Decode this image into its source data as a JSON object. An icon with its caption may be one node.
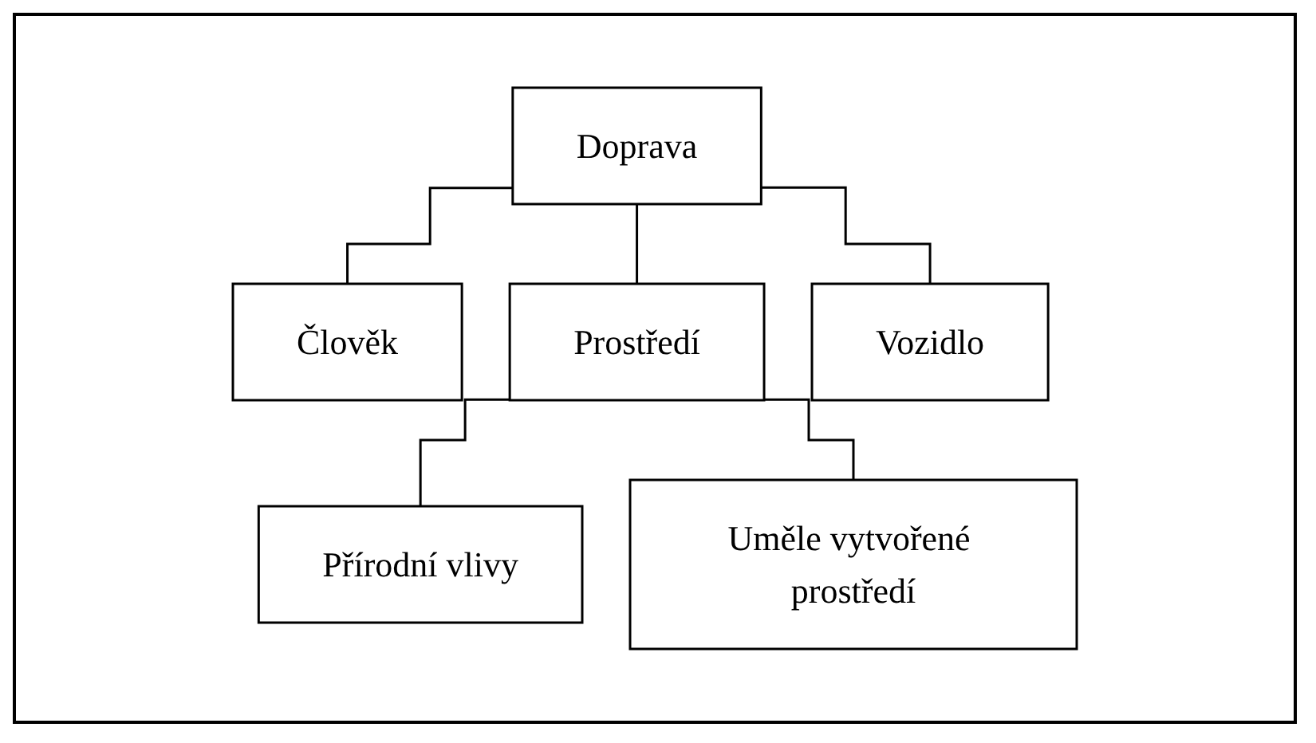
{
  "diagram": {
    "nodes": [
      {
        "text": [
          "Doprava"
        ]
      },
      {
        "text": [
          "Člověk"
        ]
      },
      {
        "text": [
          "Prostředí"
        ]
      },
      {
        "text": [
          "Vozidlo"
        ]
      },
      {
        "text": [
          "Přírodní vlivy"
        ]
      },
      {
        "text": [
          "Uměle vytvořené prostředí"
        ]
      }
    ],
    "edges": [
      {
        "from": 0,
        "to": 1,
        "arrow": "none"
      },
      {
        "from": 0,
        "to": 2,
        "arrow": "none"
      },
      {
        "from": 0,
        "to": 3,
        "arrow": "none"
      },
      {
        "from": 2,
        "to": 4,
        "arrow": "none"
      },
      {
        "from": 2,
        "to": 5,
        "arrow": "none"
      }
    ]
  }
}
